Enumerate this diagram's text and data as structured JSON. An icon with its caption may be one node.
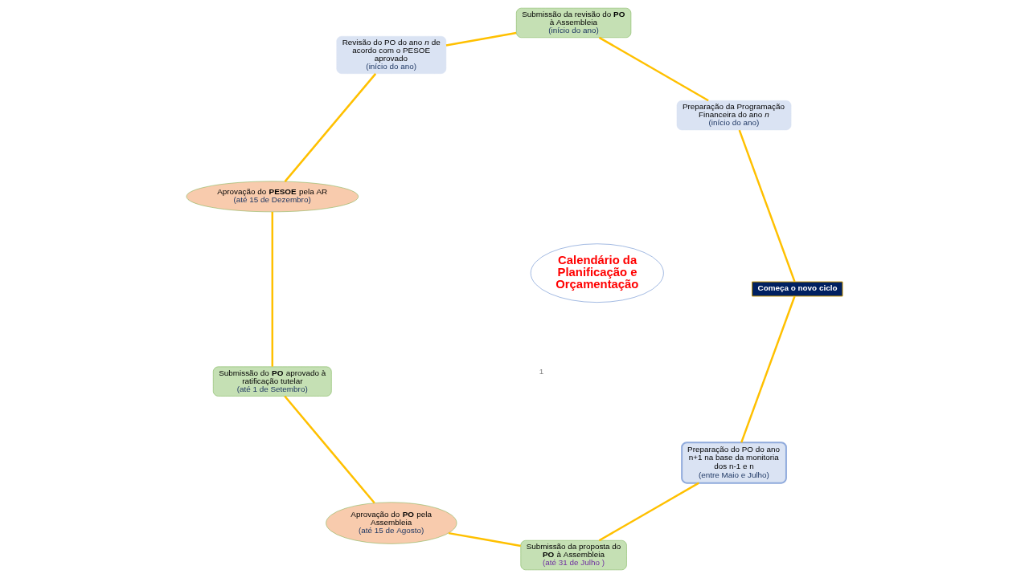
{
  "diagram": {
    "nodes": [
      {
        "text": [
          "Preparação do PO do ano n+1 na base da monitoria dos n-1 e n",
          "(entre Maio e Julho)"
        ]
      },
      {
        "text": [
          "Submissão da proposta do **PO** à Assembleia",
          "(até 31 de Julho )"
        ]
      },
      {
        "text": [
          "Começa o novo ciclo"
        ]
      },
      {
        "text": [
          "Aprovação do **PO** pela Assembleia",
          "(até 15 de Agosto)"
        ]
      },
      {
        "text": [
          "Calendário da Planificação e Orçamentação"
        ]
      },
      {
        "text": [
          "Preparação da Programação Financeira do ano *n*",
          "(início do ano)"
        ]
      },
      {
        "text": [
          "Submissão do **PO** aprovado à ratificação tutelar",
          "(até 1 de Setembro)"
        ]
      },
      {
        "text": [
          "Submissão da revisão do **PO** à Assembleia",
          "(início do ano)"
        ]
      },
      {
        "text": [
          "Aprovação do **PESOE** pela AR",
          "(até 15 de Dezembro)"
        ]
      },
      {
        "text": [
          "Revisão do PO do ano *n* de acordo com o PESOE aprovado",
          "(início do ano)"
        ]
      }
    ],
    "edges": [
      {
        "from": 0,
        "to": 1,
        "arrow": "none"
      },
      {
        "from": 1,
        "to": 3,
        "arrow": "none"
      },
      {
        "from": 3,
        "to": 6,
        "arrow": "none"
      },
      {
        "from": 6,
        "to": 8,
        "arrow": "none"
      },
      {
        "from": 8,
        "to": 9,
        "arrow": "none"
      },
      {
        "from": 9,
        "to": 7,
        "arrow": "none"
      },
      {
        "from": 7,
        "to": 5,
        "arrow": "none"
      },
      {
        "from": 5,
        "to": 2,
        "arrow": "none"
      },
      {
        "from": 2,
        "to": 0,
        "arrow": "none"
      }
    ],
    "labels": [
      "1"
    ]
  }
}
